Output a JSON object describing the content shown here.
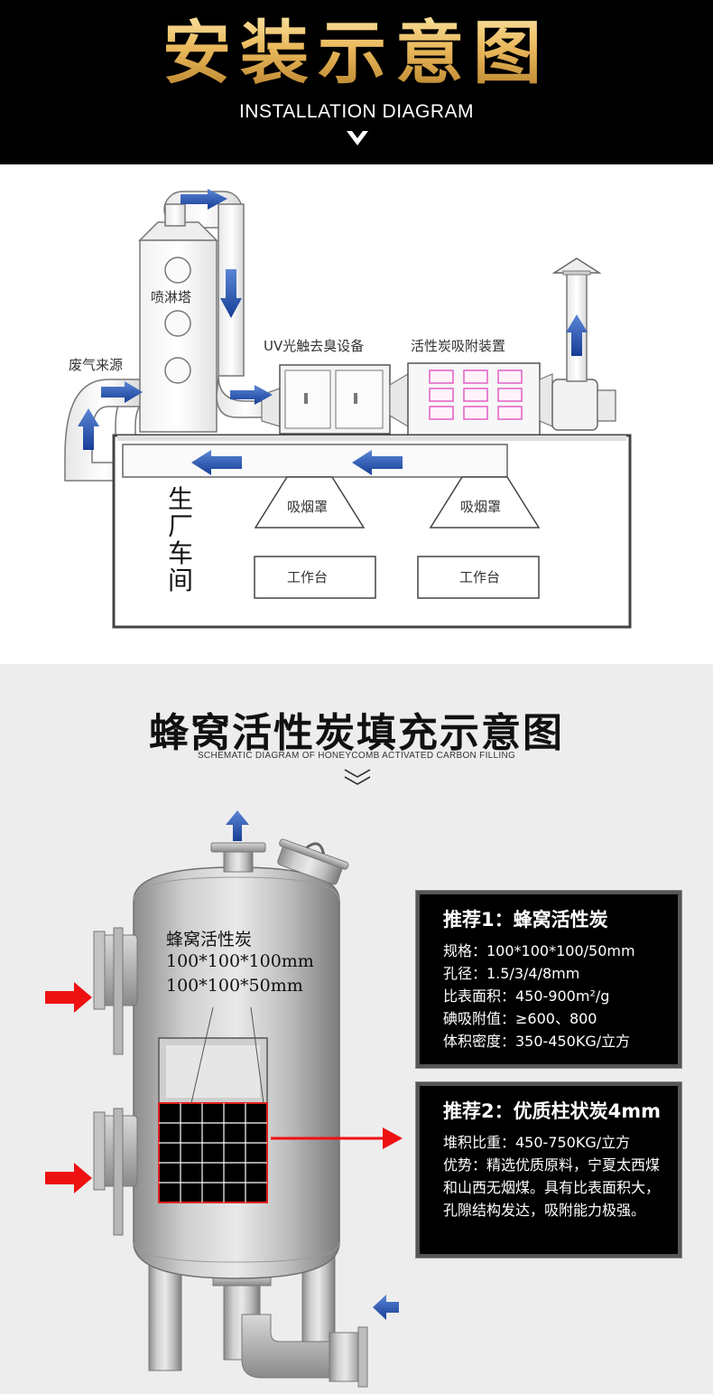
{
  "header": {
    "title": "安装示意图",
    "subtitle": "INSTALLATION DIAGRAM"
  },
  "installation": {
    "spray_tower": "喷淋塔",
    "exhaust_source": "废气来源",
    "uv_device": "UV光触去臭设备",
    "carbon_device": "活性炭吸附装置",
    "workshop": [
      "生",
      "厂",
      "车",
      "间"
    ],
    "hoods": [
      "吸烟罩",
      "吸烟罩"
    ],
    "workbenches": [
      "工作台",
      "工作台"
    ]
  },
  "honeycomb": {
    "title": "蜂窝活性炭填充示意图",
    "subtitle": "SCHEMATIC DIAGRAM OF HONEYCOMB ACTIVATED CARBON FILLING",
    "tank_label": [
      "蜂窝活性炭",
      "100*100*100mm",
      "100*100*50mm"
    ],
    "box1": {
      "title": "推荐1：蜂窝活性炭",
      "lines": [
        "规格：100*100*100/50mm",
        "孔径：1.5/3/4/8mm",
        "比表面积：450-900m²/g",
        "碘吸附值：≥600、800",
        "体积密度：350-450KG/立方"
      ]
    },
    "box2": {
      "title": "推荐2：优质柱状炭4mm",
      "lines": [
        "堆积比重：450-750KG/立方"
      ],
      "paragraph": "优势：精选优质原料，宁夏太西煤和山西无烟煤。具有比表面积大，孔隙结构发达，吸附能力极强。"
    }
  },
  "colors": {
    "gold": "#e7b24a",
    "blue_arrow": "#1f4fb0",
    "red_arrow": "#ee1111",
    "box_bg": "#000000"
  }
}
